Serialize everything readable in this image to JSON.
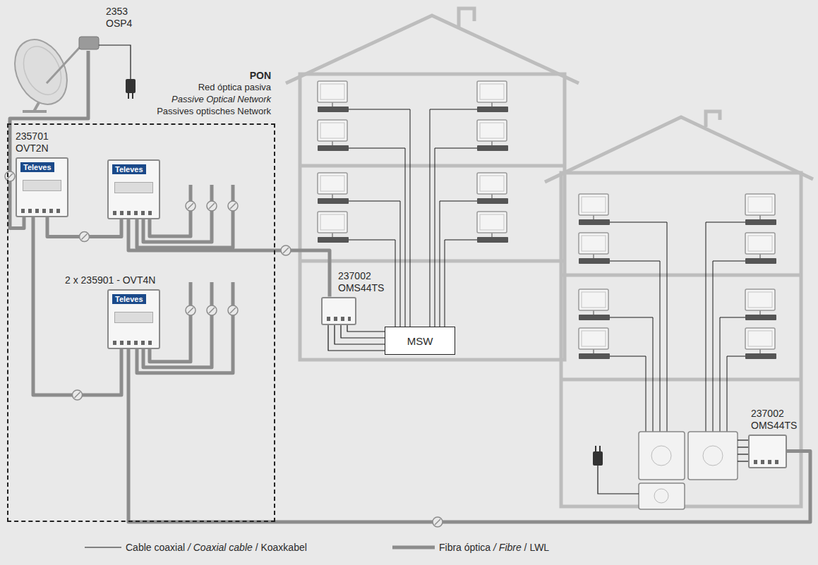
{
  "diagram": {
    "nodes": [
      {
        "text": [
          "PON",
          "Red óptica pasiva",
          "Passive Optical Network",
          "Passives optisches Network"
        ]
      },
      {
        "text": [
          "235701 OVT2N",
          "Televes"
        ],
        "in": 0
      },
      {
        "text": [
          "Televes"
        ],
        "in": 0
      },
      {
        "text": [
          "2 x 235901 - OVT4N",
          "Televes"
        ],
        "in": 0
      },
      {
        "text": [
          "237002 OMS44TS"
        ]
      },
      {
        "text": [
          "MSW"
        ]
      },
      {
        "text": [
          "237002 OMS44TS"
        ]
      }
    ],
    "edges": [
      {
        "from": 1,
        "to": 2,
        "arrow": "none"
      },
      {
        "from": 1,
        "to": 3,
        "arrow": "none"
      },
      {
        "from": 2,
        "to": 4,
        "arrow": "none"
      },
      {
        "from": 3,
        "to": 6,
        "arrow": "none"
      },
      {
        "from": 4,
        "to": 5,
        "arrow": "none"
      }
    ],
    "labels": [
      "2353 OSP4"
    ],
    "legend": [
      {
        "text": "Cable coaxial / Coaxial cable / Koaxkabel"
      },
      {
        "text": "Fibra óptica / Fibre / LWL"
      }
    ]
  }
}
